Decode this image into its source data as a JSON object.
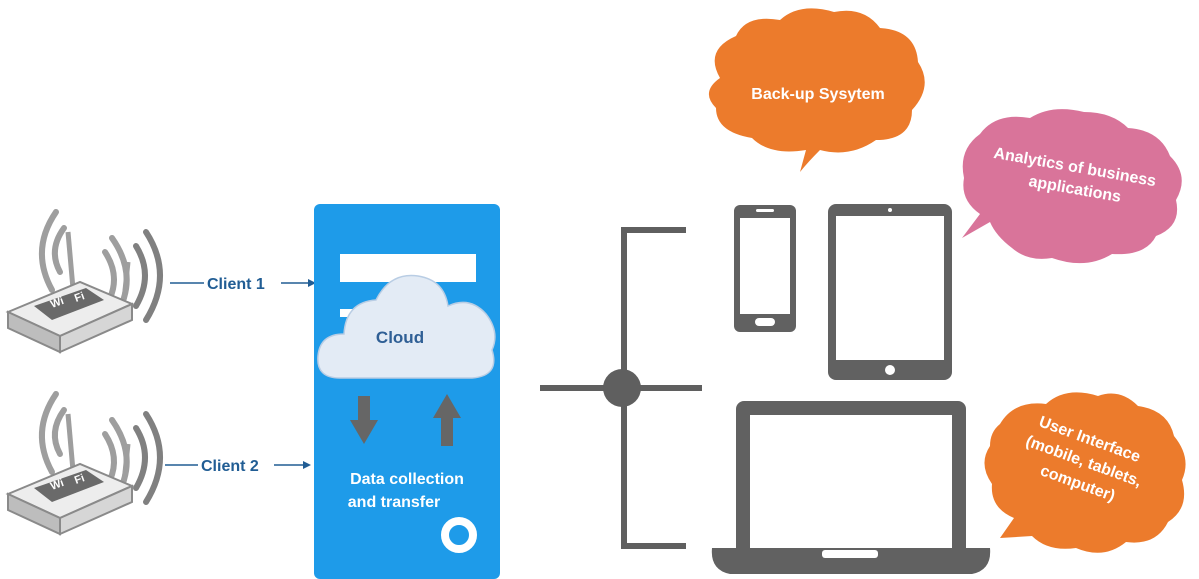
{
  "clients": [
    {
      "label": "Client 1"
    },
    {
      "label": "Client 2"
    }
  ],
  "router": {
    "logo_text_1": "Wi",
    "logo_text_2": "Fi"
  },
  "server": {
    "cloud_label": "Cloud",
    "caption_line1": "Data collection",
    "caption_line2": "and transfer"
  },
  "bubbles": {
    "backup": {
      "lines": [
        "Back-up Sysytem"
      ]
    },
    "analytics": {
      "lines": [
        "Analytics of business",
        "applications"
      ]
    },
    "ui": {
      "lines": [
        "User Interface",
        "(mobile, tablets,",
        "computer)"
      ]
    }
  },
  "colors": {
    "server_blue": "#1e9be9",
    "device_gray": "#616161",
    "bubble_orange": "#ec7b2c",
    "bubble_pink": "#d9749a",
    "label_blue": "#215d94",
    "cloud_fill": "#e3ebf5"
  }
}
